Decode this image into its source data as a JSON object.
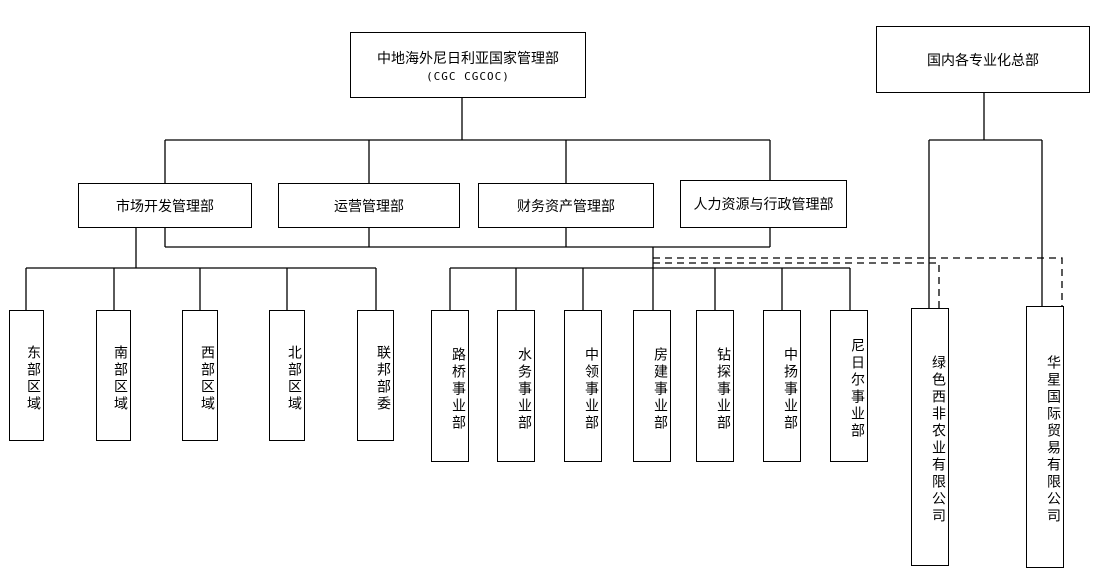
{
  "top": {
    "title": "中地海外尼日利亚国家管理部",
    "subtitle": "(CGC   CGCOC)"
  },
  "domestic_hq": {
    "label": "国内各专业化总部"
  },
  "departments": [
    {
      "label": "市场开发管理部"
    },
    {
      "label": "运营管理部"
    },
    {
      "label": "财务资产管理部"
    },
    {
      "label": "人力资源与行政管理部"
    }
  ],
  "regions": [
    {
      "label": "东部区域"
    },
    {
      "label": "南部区域"
    },
    {
      "label": "西部区域"
    },
    {
      "label": "北部区域"
    },
    {
      "label": "联邦部委"
    }
  ],
  "business_units": [
    {
      "label": "路桥事业部"
    },
    {
      "label": "水务事业部"
    },
    {
      "label": "中领事业部"
    },
    {
      "label": "房建事业部"
    },
    {
      "label": "钻探事业部"
    },
    {
      "label": "中扬事业部"
    },
    {
      "label": "尼日尔事业部"
    }
  ],
  "companies": [
    {
      "label": "绿色西非农业有限公司"
    },
    {
      "label": "华星国际贸易有限公司"
    }
  ]
}
